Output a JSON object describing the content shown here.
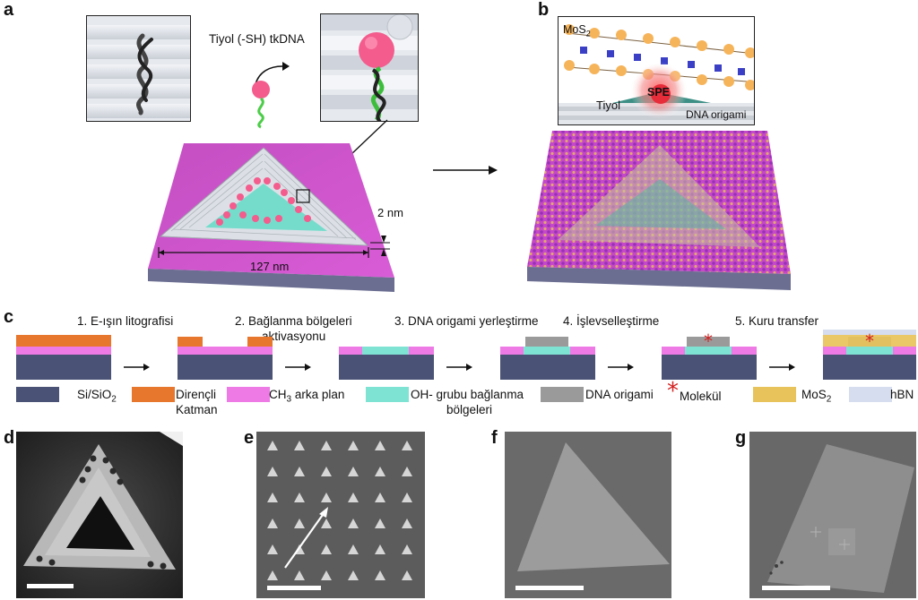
{
  "panel_a": {
    "letter": "a",
    "thiol_label": "Tiyol (-SH) tkDNA",
    "dim_height": "2 nm",
    "dim_width": "127 nm"
  },
  "panel_b": {
    "letter": "b",
    "mos2_label": "MoS",
    "mos2_sub": "2",
    "spe_label": "SPE",
    "thiol_label": "Tiyol",
    "origami_label": "DNA origami"
  },
  "panel_c": {
    "letter": "c",
    "steps": [
      "1. E-ışın litografisi",
      "2. Bağlanma bölgeleri",
      "aktivasyonu",
      "3. DNA origami yerleştirme",
      "4. İşlevselleştirme",
      "5. Kuru transfer"
    ],
    "legend": {
      "si": "Si/SiO",
      "si_sub": "2",
      "resist_1": "Dirençli",
      "resist_2": "Katman",
      "ch3_pre": "CH",
      "ch3_sub": "3",
      "ch3_post": " arka plan",
      "oh_1": "OH- grubu bağlanma",
      "oh_2": "bölgeleri",
      "origami": "DNA origami",
      "molecule": "Molekül",
      "mos2": "MoS",
      "mos2_sub": "2",
      "hbn": "hBN"
    },
    "colors": {
      "substrate": "#4a5275",
      "resist": "#e8772e",
      "ch3": "#ee7ae6",
      "oh": "#7fe3d4",
      "origami": "#9a9a9a",
      "molecule": "#d42020",
      "mos2": "#e8c25a",
      "hbn": "#d5ddee"
    }
  },
  "panel_d": {
    "letter": "d"
  },
  "panel_e": {
    "letter": "e"
  },
  "panel_f": {
    "letter": "f"
  },
  "panel_g": {
    "letter": "g"
  }
}
